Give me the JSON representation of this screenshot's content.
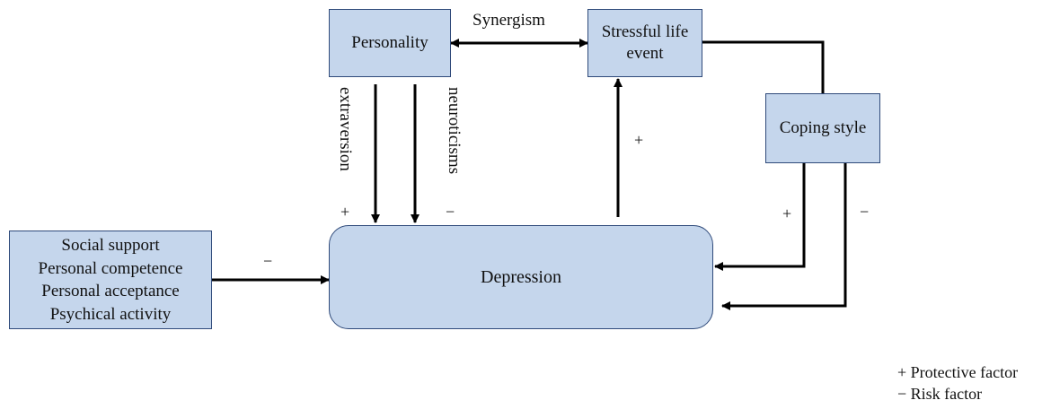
{
  "boxes": {
    "personality": "Personality",
    "stressful_line1": "Stressful life",
    "stressful_line2": "event",
    "coping": "Coping style",
    "depression": "Depression",
    "factors": [
      "Social support",
      "Personal competence",
      "Personal acceptance",
      "Psychical activity"
    ]
  },
  "edge_labels": {
    "synergism": "Synergism",
    "extraversion": "extraversion",
    "neuroticisms": "neuroticisms",
    "plus": "+",
    "minus": "−"
  },
  "legend": {
    "protective": "+  Protective factor",
    "risk": "−  Risk factor"
  },
  "colors": {
    "box_fill": "#c5d6ec",
    "box_border": "#2f4a7a",
    "arrow": "#000000"
  }
}
